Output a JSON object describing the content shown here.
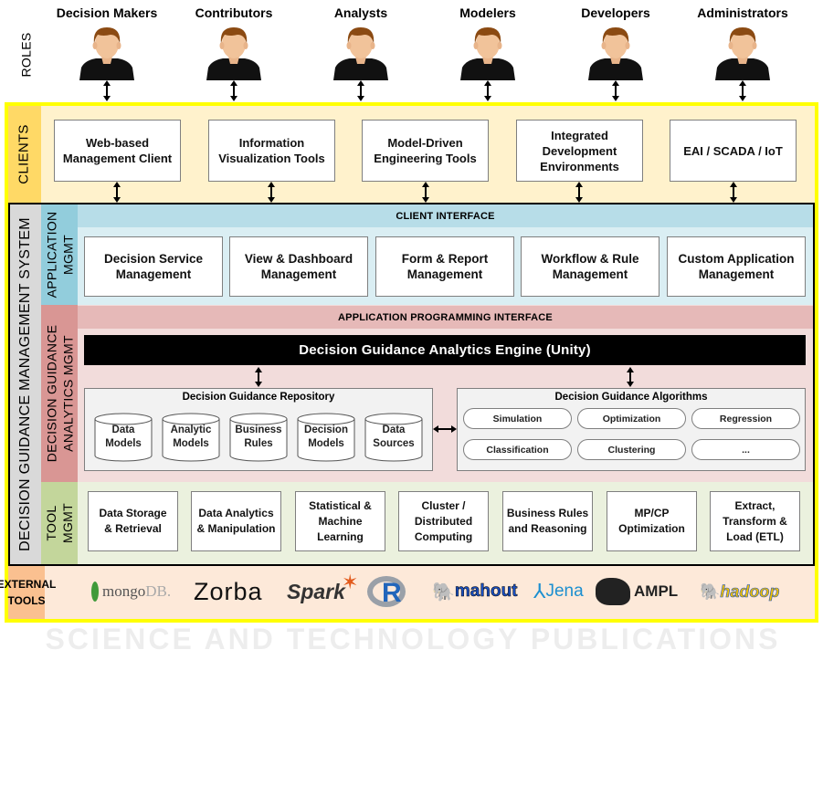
{
  "roles": {
    "section_label": "ROLES",
    "items": [
      "Decision Makers",
      "Contributors",
      "Analysts",
      "Modelers",
      "Developers",
      "Administrators"
    ]
  },
  "clients": {
    "section_label": "CLIENTS",
    "items": [
      "Web-based\nManagement Client",
      "Information\nVisualization Tools",
      "Model-Driven\nEngineering Tools",
      "Integrated\nDevelopment\nEnvironments",
      "EAI / SCADA / IoT"
    ]
  },
  "system": {
    "label": "DECISION GUIDANCE MANAGEMENT SYSTEM",
    "application": {
      "label": "APPLICATION\nMGMT",
      "interface": "CLIENT INTERFACE",
      "items": [
        "Decision Service\nManagement",
        "View & Dashboard\nManagement",
        "Form & Report\nManagement",
        "Workflow & Rule\nManagement",
        "Custom Application\nManagement"
      ]
    },
    "analytics": {
      "label": "DECISION GUIDANCE\nANALYTICS MGMT",
      "interface": "APPLICATION PROGRAMMING INTERFACE",
      "engine": "Decision Guidance Analytics Engine (Unity)",
      "repository": {
        "title": "Decision Guidance Repository",
        "items": [
          "Data\nModels",
          "Analytic\nModels",
          "Business\nRules",
          "Decision\nModels",
          "Data\nSources"
        ]
      },
      "algorithms": {
        "title": "Decision Guidance Algorithms",
        "items": [
          "Simulation",
          "Optimization",
          "Regression",
          "Classification",
          "Clustering",
          "..."
        ]
      }
    },
    "tools": {
      "label": "TOOL\nMGMT",
      "items": [
        "Data Storage\n& Retrieval",
        "Data Analytics\n& Manipulation",
        "Statistical &\nMachine\nLearning",
        "Cluster /\nDistributed\nComputing",
        "Business Rules\nand Reasoning",
        "MP/CP\nOptimization",
        "Extract,\nTransform &\nLoad (ETL)"
      ]
    }
  },
  "external_tools": {
    "label": "EXTERNAL\nTOOLS",
    "logos": [
      "mongoDB",
      "Zorba",
      "Spark",
      "R",
      "mahout",
      "Jena",
      "AMPL",
      "hadoop"
    ]
  },
  "watermark": "SCIENCE AND TECHNOLOGY PUBLICATIONS",
  "colors": {
    "outer_border": "#ffff00",
    "clients_label": "#ffd966",
    "clients_bg": "#fff2cc",
    "system_label": "#d9d9d9",
    "app_label": "#92cddc",
    "app_interface": "#b7dde8",
    "app_bg": "#daeef3",
    "analytics_label": "#d99694",
    "analytics_interface": "#e6b9b8",
    "analytics_bg": "#f2dcdb",
    "tools_label": "#c3d69b",
    "tools_bg": "#ebf1de",
    "external_label": "#fac090",
    "external_bg": "#fde9d9"
  }
}
